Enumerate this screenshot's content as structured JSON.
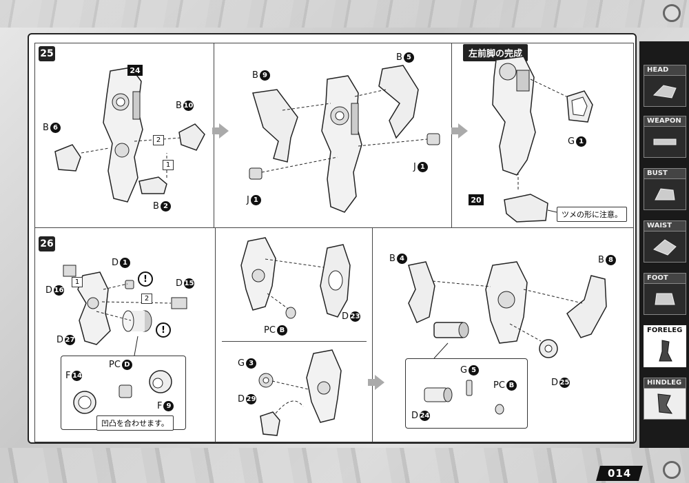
{
  "page": {
    "number": "014"
  },
  "steps": {
    "s25": {
      "number": "25",
      "panel1": {
        "b6": "B",
        "b6n": "6",
        "b10": "B",
        "b10n": "10",
        "b2": "B",
        "b2n": "2",
        "ref24": "24",
        "box2": "2",
        "box1": "1"
      },
      "panel2": {
        "b9": "B",
        "b9n": "9",
        "b5": "B",
        "b5n": "5",
        "j1a": "J",
        "j1an": "1",
        "j1b": "J",
        "j1bn": "1"
      },
      "panel3": {
        "title": "左前脚の完成",
        "g1": "G",
        "g1n": "1",
        "ref20": "20",
        "note": "ツメの形に注意。"
      }
    },
    "s26": {
      "number": "26",
      "panel1": {
        "d1": "D",
        "d1n": "1",
        "d16": "D",
        "d16n": "16",
        "d15": "D",
        "d15n": "15",
        "d27": "D",
        "d27n": "27",
        "pcd": "PC",
        "pcdn": "D",
        "f14": "F",
        "f14n": "14",
        "f9": "F",
        "f9n": "9",
        "box1": "1",
        "box2": "2",
        "note": "凹凸を合わせます。",
        "warn": "!"
      },
      "panel2": {
        "pcb": "PC",
        "pcbn": "B",
        "d23": "D",
        "d23n": "23",
        "g3": "G",
        "g3n": "3",
        "d29": "D",
        "d29n": "29"
      },
      "panel3": {
        "b4": "B",
        "b4n": "4",
        "b8": "B",
        "b8n": "8",
        "d25": "D",
        "d25n": "25",
        "g5": "G",
        "g5n": "5",
        "pcb": "PC",
        "pcbn": "B",
        "d24": "D",
        "d24n": "24"
      }
    }
  },
  "sidebar": {
    "tabs": [
      {
        "label": "HEAD",
        "icon": "head-icon"
      },
      {
        "label": "WEAPON",
        "icon": "weapon-icon"
      },
      {
        "label": "BUST",
        "icon": "bust-icon"
      },
      {
        "label": "WAIST",
        "icon": "waist-icon"
      },
      {
        "label": "FOOT",
        "icon": "foot-icon"
      },
      {
        "label": "FORELEG",
        "icon": "foreleg-icon"
      },
      {
        "label": "HINDLEG",
        "icon": "hindleg-icon"
      }
    ],
    "active": "FORELEG"
  }
}
